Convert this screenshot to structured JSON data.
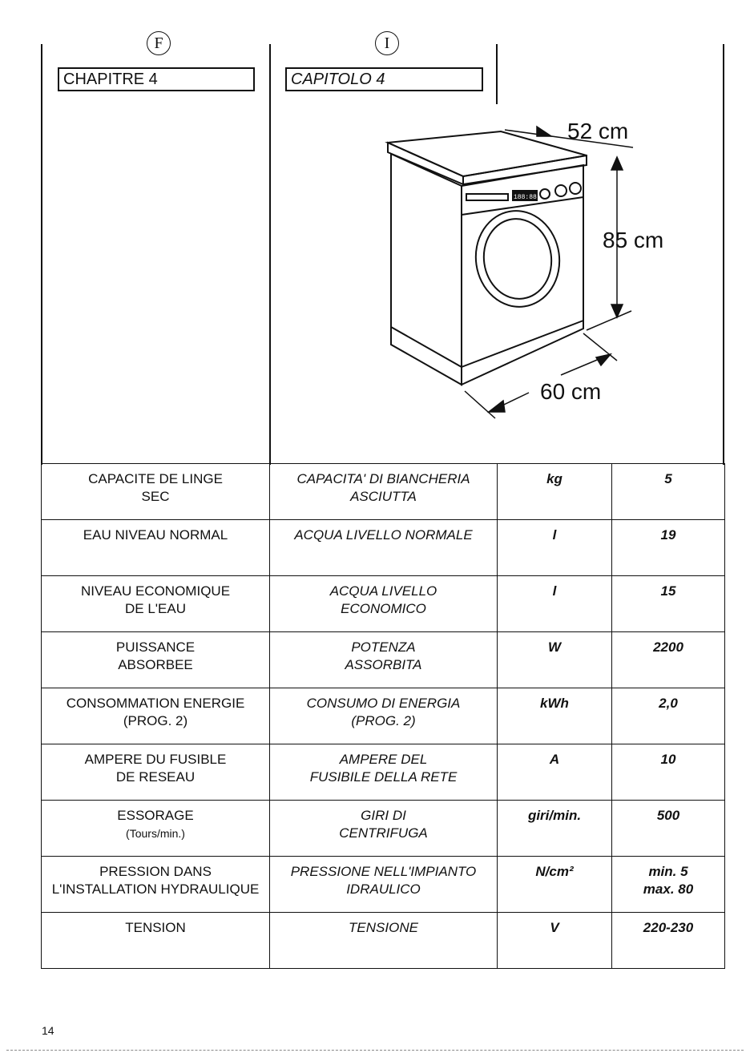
{
  "header": {
    "fr_letter": "F",
    "it_letter": "I",
    "fr_chapter": "CHAPITRE 4",
    "it_chapter": "CAPITOLO 4"
  },
  "figure": {
    "depth": "52 cm",
    "height": "85 cm",
    "width": "60 cm",
    "display_text": "188:88"
  },
  "specs": [
    {
      "fr": [
        "CAPACITE DE LINGE",
        "SEC"
      ],
      "it": [
        "CAPACITA' DI BIANCHERIA",
        "ASCIUTTA"
      ],
      "unit": "kg",
      "value": [
        "5"
      ]
    },
    {
      "fr": [
        "EAU NIVEAU NORMAL"
      ],
      "it": [
        "ACQUA LIVELLO NORMALE"
      ],
      "unit": "l",
      "value": [
        "19"
      ]
    },
    {
      "fr": [
        "NIVEAU ECONOMIQUE",
        "DE L'EAU"
      ],
      "it": [
        "ACQUA LIVELLO",
        "ECONOMICO"
      ],
      "unit": "l",
      "value": [
        "15"
      ]
    },
    {
      "fr": [
        "PUISSANCE",
        "ABSORBEE"
      ],
      "it": [
        "POTENZA",
        "ASSORBITA"
      ],
      "unit": "W",
      "value": [
        "2200"
      ]
    },
    {
      "fr": [
        "CONSOMMATION ENERGIE",
        "(PROG. 2)"
      ],
      "it": [
        "CONSUMO DI ENERGIA",
        "(PROG. 2)"
      ],
      "unit": "kWh",
      "value": [
        "2,0"
      ]
    },
    {
      "fr": [
        "AMPERE DU FUSIBLE",
        "DE RESEAU"
      ],
      "it": [
        "AMPERE DEL",
        "FUSIBILE DELLA RETE"
      ],
      "unit": "A",
      "value": [
        "10"
      ]
    },
    {
      "fr": [
        "ESSORAGE",
        "(Tours/min.)"
      ],
      "it": [
        "GIRI DI",
        "CENTRIFUGA"
      ],
      "unit": "giri/min.",
      "value": [
        "500"
      ]
    },
    {
      "fr": [
        "PRESSION DANS",
        "L'INSTALLATION HYDRAULIQUE"
      ],
      "it": [
        "PRESSIONE NELL'IMPIANTO",
        "IDRAULICO"
      ],
      "unit": "N/cm²",
      "value": [
        "min. 5",
        "max. 80"
      ]
    },
    {
      "fr": [
        "TENSION"
      ],
      "it": [
        "TENSIONE"
      ],
      "unit": "V",
      "value": [
        "220-230"
      ]
    }
  ],
  "page_number": "14"
}
